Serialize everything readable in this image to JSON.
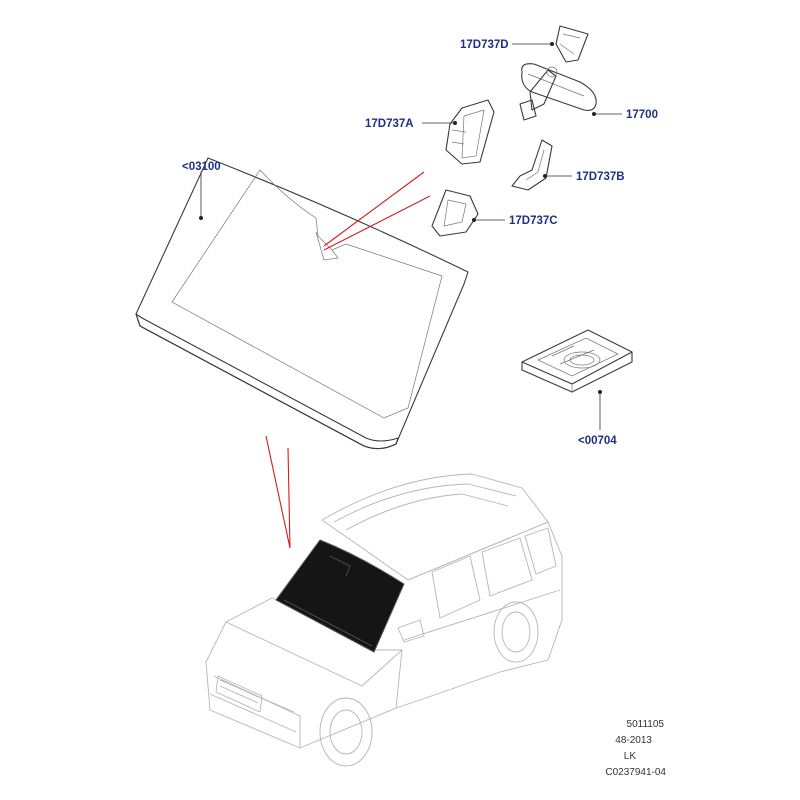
{
  "callouts": {
    "d": "17D737D",
    "p17700": "17700",
    "a": "17D737A",
    "b": "17D737B",
    "c": "17D737C",
    "windshield": "<03100",
    "kit": "<00704"
  },
  "footer": {
    "line1": "5011105",
    "line2": "48-2013",
    "line3": "LK",
    "line4": "C0237941-04"
  },
  "colors": {
    "callout_text": "#1f2f86",
    "indicator_lines": "#d21f1f",
    "highlighted_glass": "#111111"
  }
}
